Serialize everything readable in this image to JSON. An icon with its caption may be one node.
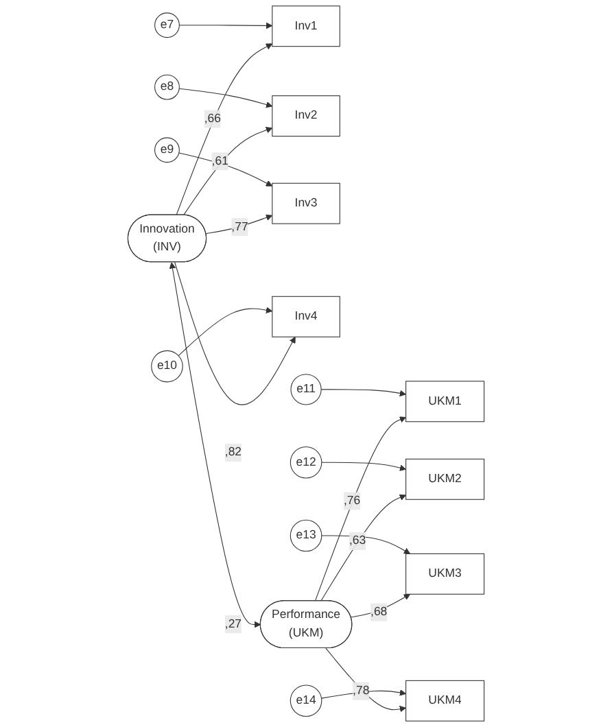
{
  "diagram": {
    "nodes": [
      {
        "text": [
          "e7"
        ]
      },
      {
        "text": [
          "Inv1"
        ]
      },
      {
        "text": [
          "e8"
        ]
      },
      {
        "text": [
          "Inv2"
        ]
      },
      {
        "text": [
          "e9"
        ]
      },
      {
        "text": [
          "Inv3"
        ]
      },
      {
        "text": [
          "e10"
        ]
      },
      {
        "text": [
          "Inv4"
        ]
      },
      {
        "text": [
          "Innovation",
          "(INV)"
        ]
      },
      {
        "text": [
          "e11"
        ]
      },
      {
        "text": [
          "UKM1"
        ]
      },
      {
        "text": [
          "e12"
        ]
      },
      {
        "text": [
          "UKM2"
        ]
      },
      {
        "text": [
          "e13"
        ]
      },
      {
        "text": [
          "UKM3"
        ]
      },
      {
        "text": [
          "e14"
        ]
      },
      {
        "text": [
          "UKM4"
        ]
      },
      {
        "text": [
          "Performance",
          "(UKM)"
        ]
      }
    ],
    "edges": [
      {
        "from": 0,
        "to": 1,
        "arrow": "to"
      },
      {
        "from": 2,
        "to": 3,
        "arrow": "to"
      },
      {
        "from": 4,
        "to": 5,
        "arrow": "to"
      },
      {
        "from": 6,
        "to": 7,
        "arrow": "to"
      },
      {
        "from": 8,
        "to": 1,
        "arrow": "to",
        "label": ",66"
      },
      {
        "from": 8,
        "to": 3,
        "arrow": "to",
        "label": ",61"
      },
      {
        "from": 8,
        "to": 5,
        "arrow": "to",
        "label": ",77"
      },
      {
        "from": 8,
        "to": 7,
        "arrow": "to",
        "label": ",82"
      },
      {
        "from": 8,
        "to": 17,
        "arrow": "both",
        "label": ",27"
      },
      {
        "from": 9,
        "to": 10,
        "arrow": "to"
      },
      {
        "from": 11,
        "to": 12,
        "arrow": "to"
      },
      {
        "from": 13,
        "to": 14,
        "arrow": "to"
      },
      {
        "from": 15,
        "to": 16,
        "arrow": "to"
      },
      {
        "from": 17,
        "to": 10,
        "arrow": "to",
        "label": ",76"
      },
      {
        "from": 17,
        "to": 12,
        "arrow": "to",
        "label": ",63"
      },
      {
        "from": 17,
        "to": 14,
        "arrow": "to",
        "label": ",68"
      },
      {
        "from": 17,
        "to": 16,
        "arrow": "to",
        "label": ",78"
      }
    ]
  }
}
